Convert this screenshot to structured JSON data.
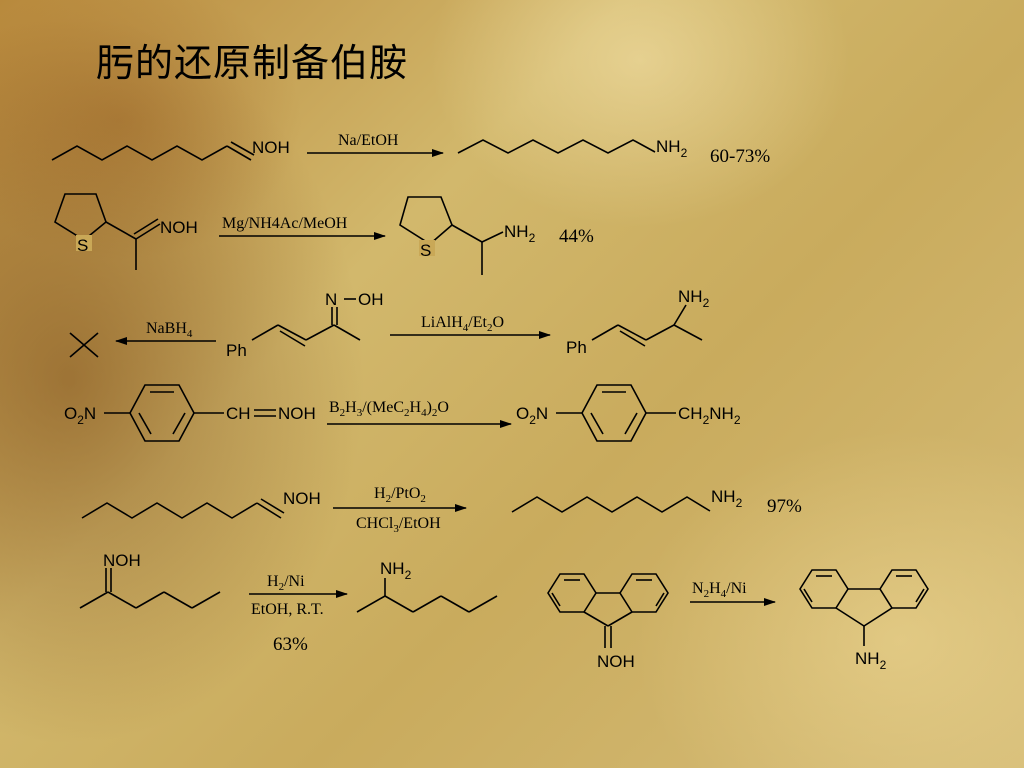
{
  "title": "肟的还原制备伯胺",
  "reagents": {
    "r1": "Na/EtOH",
    "r2": "Mg/NH4Ac/MeOH",
    "r3a": "NaBH4",
    "r3b": "LiAlH4/Et2O",
    "r4": "B2H3/(MeC2H4)2O",
    "r5_top": "H2/PtO2",
    "r5_bottom": "CHCl3/EtOH",
    "r6_top": "H2/Ni",
    "r6_bottom": "EtOH, R.T.",
    "r7": "N2H4/Ni"
  },
  "yields": {
    "y1": "60-73%",
    "y2": "44%",
    "y5": "97%",
    "y6": "63%"
  },
  "labels": {
    "noh": "NOH",
    "n_oh": "N",
    "oh": "OH",
    "nh2": "NH",
    "sub2": "2",
    "s": "S",
    "ph": "Ph",
    "o2n": "O",
    "ch": "CH",
    "ch2nh2_a": "CH",
    "ch2nh2_b": "NH"
  }
}
